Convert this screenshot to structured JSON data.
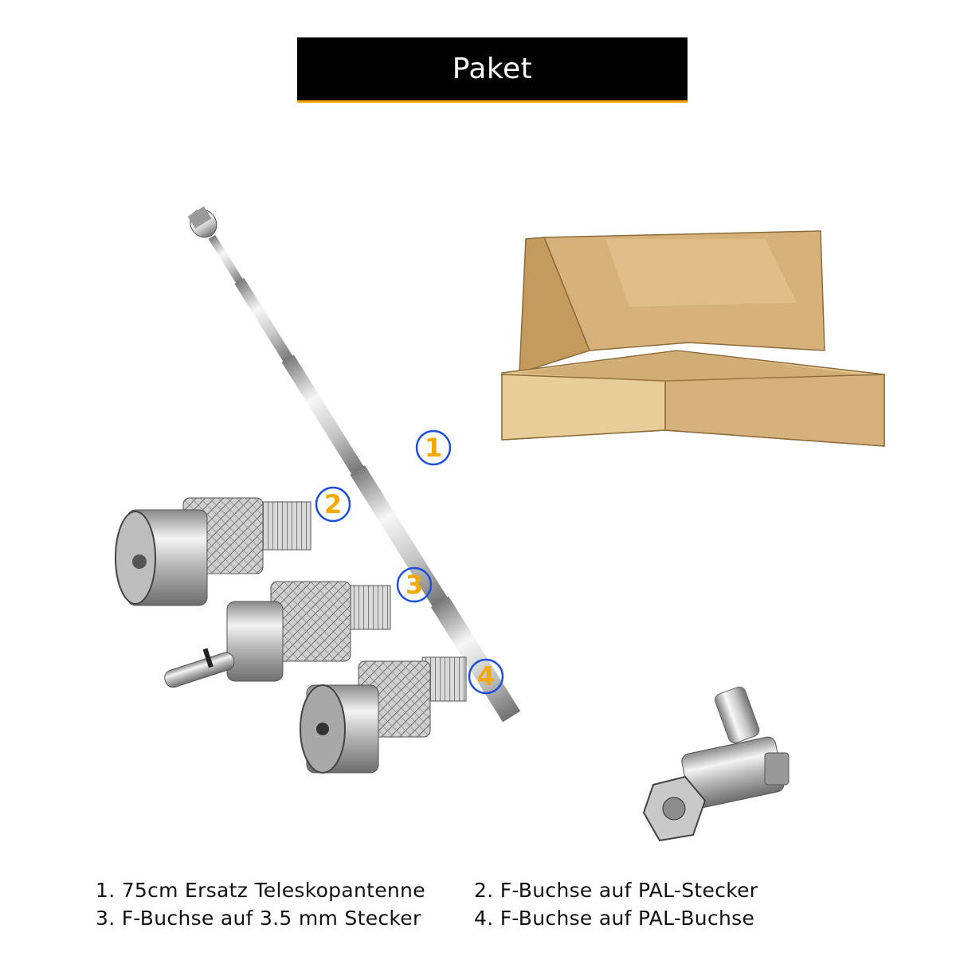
{
  "header": {
    "title": "Paket"
  },
  "badges": [
    "1",
    "2",
    "3",
    "4"
  ],
  "captions": [
    "1. 75cm Ersatz Teleskopantenne",
    "2. F-Buchse auf PAL-Stecker",
    "3. F-Buchse auf 3.5 mm Stecker",
    "4. F-Buchse auf PAL-Buchse"
  ],
  "colors": {
    "header_bg": "#000000",
    "header_accent": "#f2a900",
    "badge_circle": "#1e4fd8",
    "badge_number": "#f2a900",
    "box_cardboard": "#d9b784"
  },
  "icons": [
    "telescopic-antenna",
    "pal-plug-adapter",
    "jack-35mm-adapter",
    "pal-socket-adapter",
    "cardboard-box"
  ]
}
